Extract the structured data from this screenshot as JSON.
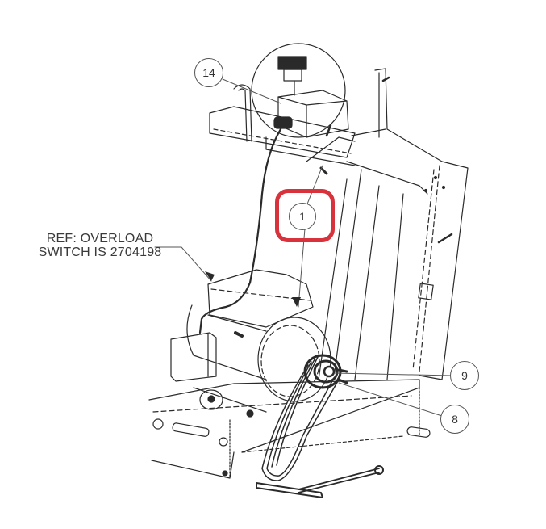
{
  "diagram": {
    "type": "exploded-parts-view",
    "subject": "motor, belt drive and overload switch assembly",
    "reference_note": {
      "line1": "REF:  OVERLOAD",
      "line2": "SWITCH IS 2704198"
    },
    "callouts": [
      {
        "id": "callout-14",
        "label": "14",
        "points_to": "overload switch (detail circle)"
      },
      {
        "id": "callout-1",
        "label": "1",
        "points_to": "motor",
        "highlighted": true
      },
      {
        "id": "callout-9",
        "label": "9",
        "points_to": "pulley set screw / key"
      },
      {
        "id": "callout-8",
        "label": "8",
        "points_to": "motor pulley"
      }
    ],
    "highlight": {
      "target": "callout-1",
      "color": "#d8323c"
    },
    "colors": {
      "line": "#2a2a2a",
      "callout_border": "#555555",
      "text": "#3a3a3a",
      "background": "#ffffff"
    }
  }
}
